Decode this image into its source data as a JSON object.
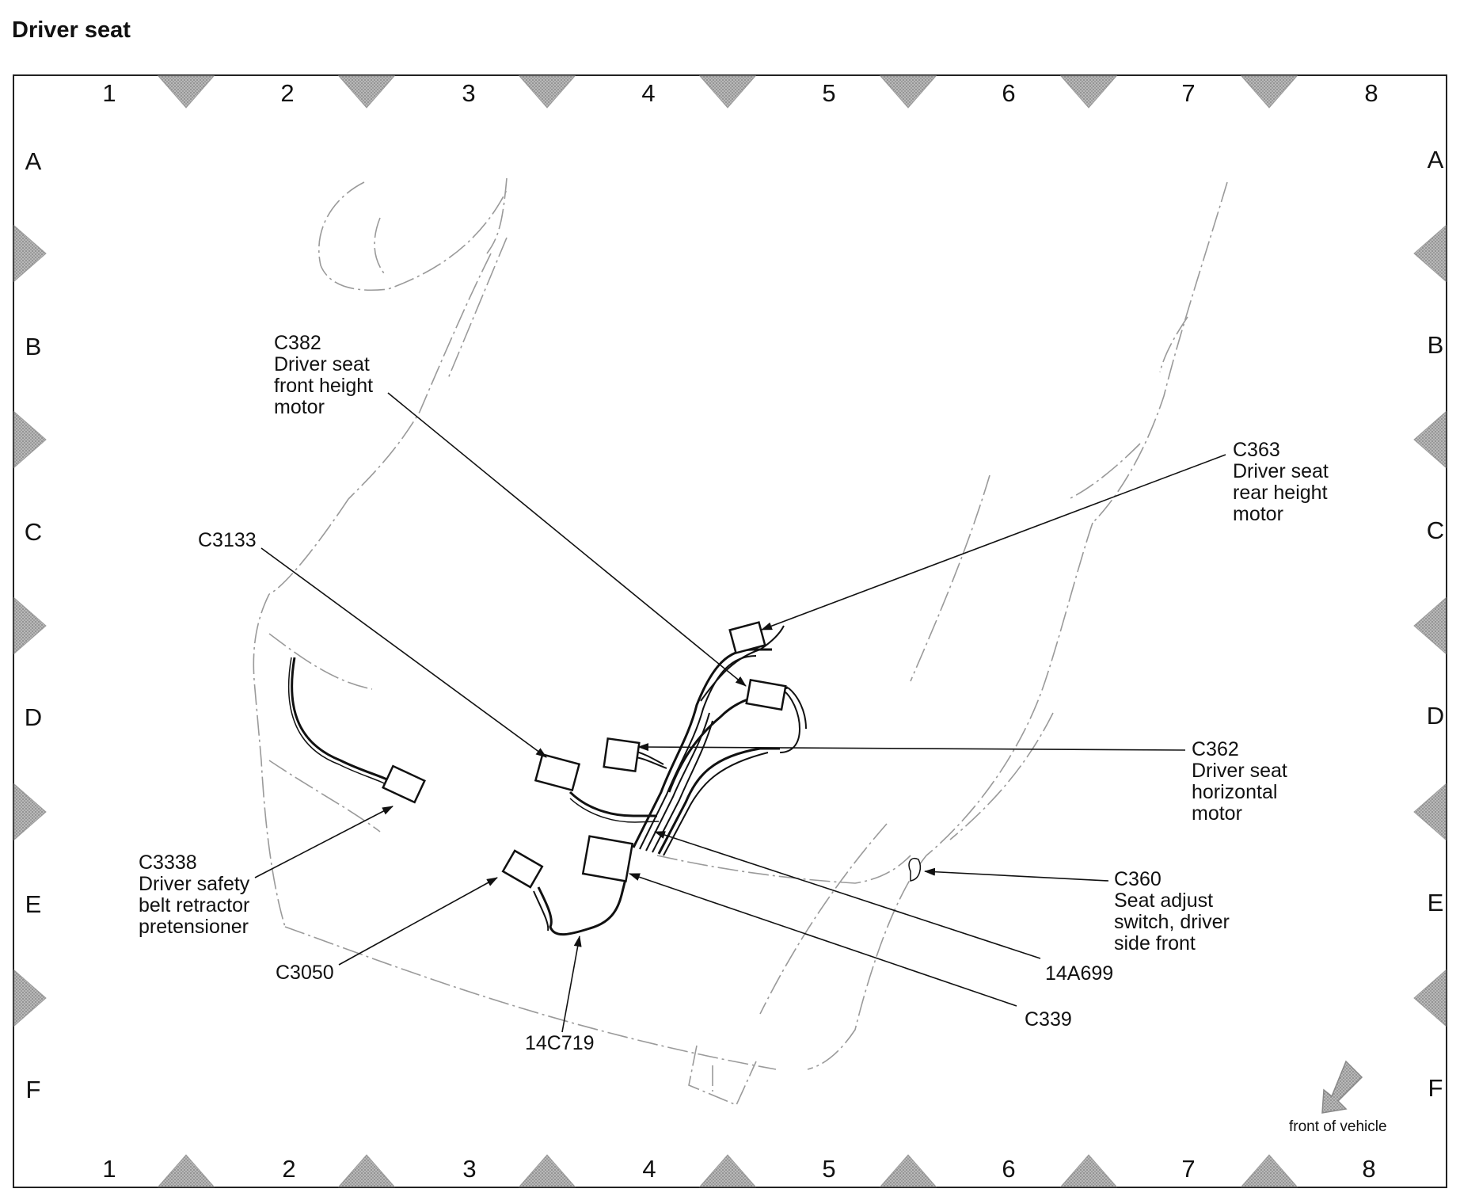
{
  "title": "Driver seat",
  "grid": {
    "columns": [
      "1",
      "2",
      "3",
      "4",
      "5",
      "6",
      "7",
      "8"
    ],
    "rows": [
      "A",
      "B",
      "C",
      "D",
      "E",
      "F"
    ]
  },
  "callouts": {
    "c382": "C382\nDriver seat\nfront height\nmotor",
    "c363": "C363\nDriver seat\nrear height\nmotor",
    "c3133": "C3133",
    "c362": "C362\nDriver seat\nhorizontal\nmotor",
    "c3338": "C3338\nDriver safety\nbelt retractor\npretensioner",
    "c360": "C360\nSeat adjust\nswitch, driver\nside front",
    "c3050": "C3050",
    "c14a699": "14A699",
    "c339": "C339",
    "c14c719": "14C719"
  },
  "front_indicator": "front of vehicle",
  "colors": {
    "line": "#111111",
    "sketch": "#9a9a9a",
    "marker": "#9c9c9c"
  }
}
